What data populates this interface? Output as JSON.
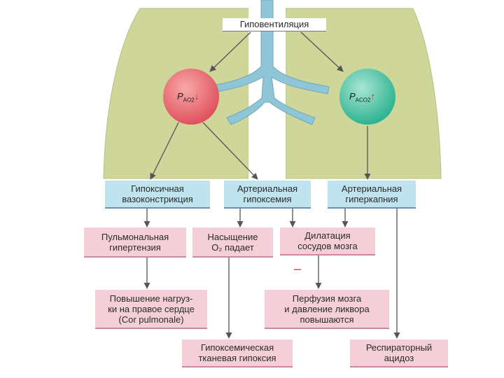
{
  "diagram": {
    "top_label": "Гиповентиляция",
    "circles": {
      "left": {
        "symbol": "P",
        "subscript": "AO2",
        "arrow": "↓",
        "color": "#e8626c"
      },
      "right": {
        "symbol": "P",
        "subscript": "ACO2",
        "arrow": "↑",
        "color": "#3cbf9f"
      }
    },
    "row1": [
      {
        "line1": "Гипоксичная",
        "line2": "вазоконстрикция"
      },
      {
        "line1": "Артериальная",
        "line2": "гипоксемия"
      },
      {
        "line1": "Артериальная",
        "line2": "гиперкапния"
      }
    ],
    "row2": [
      {
        "line1": "Пульмональная",
        "line2": "гипертензия"
      },
      {
        "line1": "Насыщение",
        "line2": "О₂ падает"
      },
      {
        "line1": "Дилатация",
        "line2": "сосудов мозга"
      }
    ],
    "row3": [
      {
        "line1": "Повышение нагруз-",
        "line2": "ки на правое сердце",
        "line3": "(Cor pulmonale)"
      },
      {
        "line1": "Перфузия мозга",
        "line2": "и давление ликвора",
        "line3": "повышаются"
      }
    ],
    "row4": [
      {
        "line1": "Гипоксемическая",
        "line2": "тканевая гипоксия"
      },
      {
        "line1": "Респираторный",
        "line2": "ацидоз"
      }
    ],
    "colors": {
      "lung": "#cfd69a",
      "airway": "#8ec6d8",
      "box_blue": "#bfe3ef",
      "box_pink": "#f4cfd8",
      "arrow": "#555555"
    }
  }
}
